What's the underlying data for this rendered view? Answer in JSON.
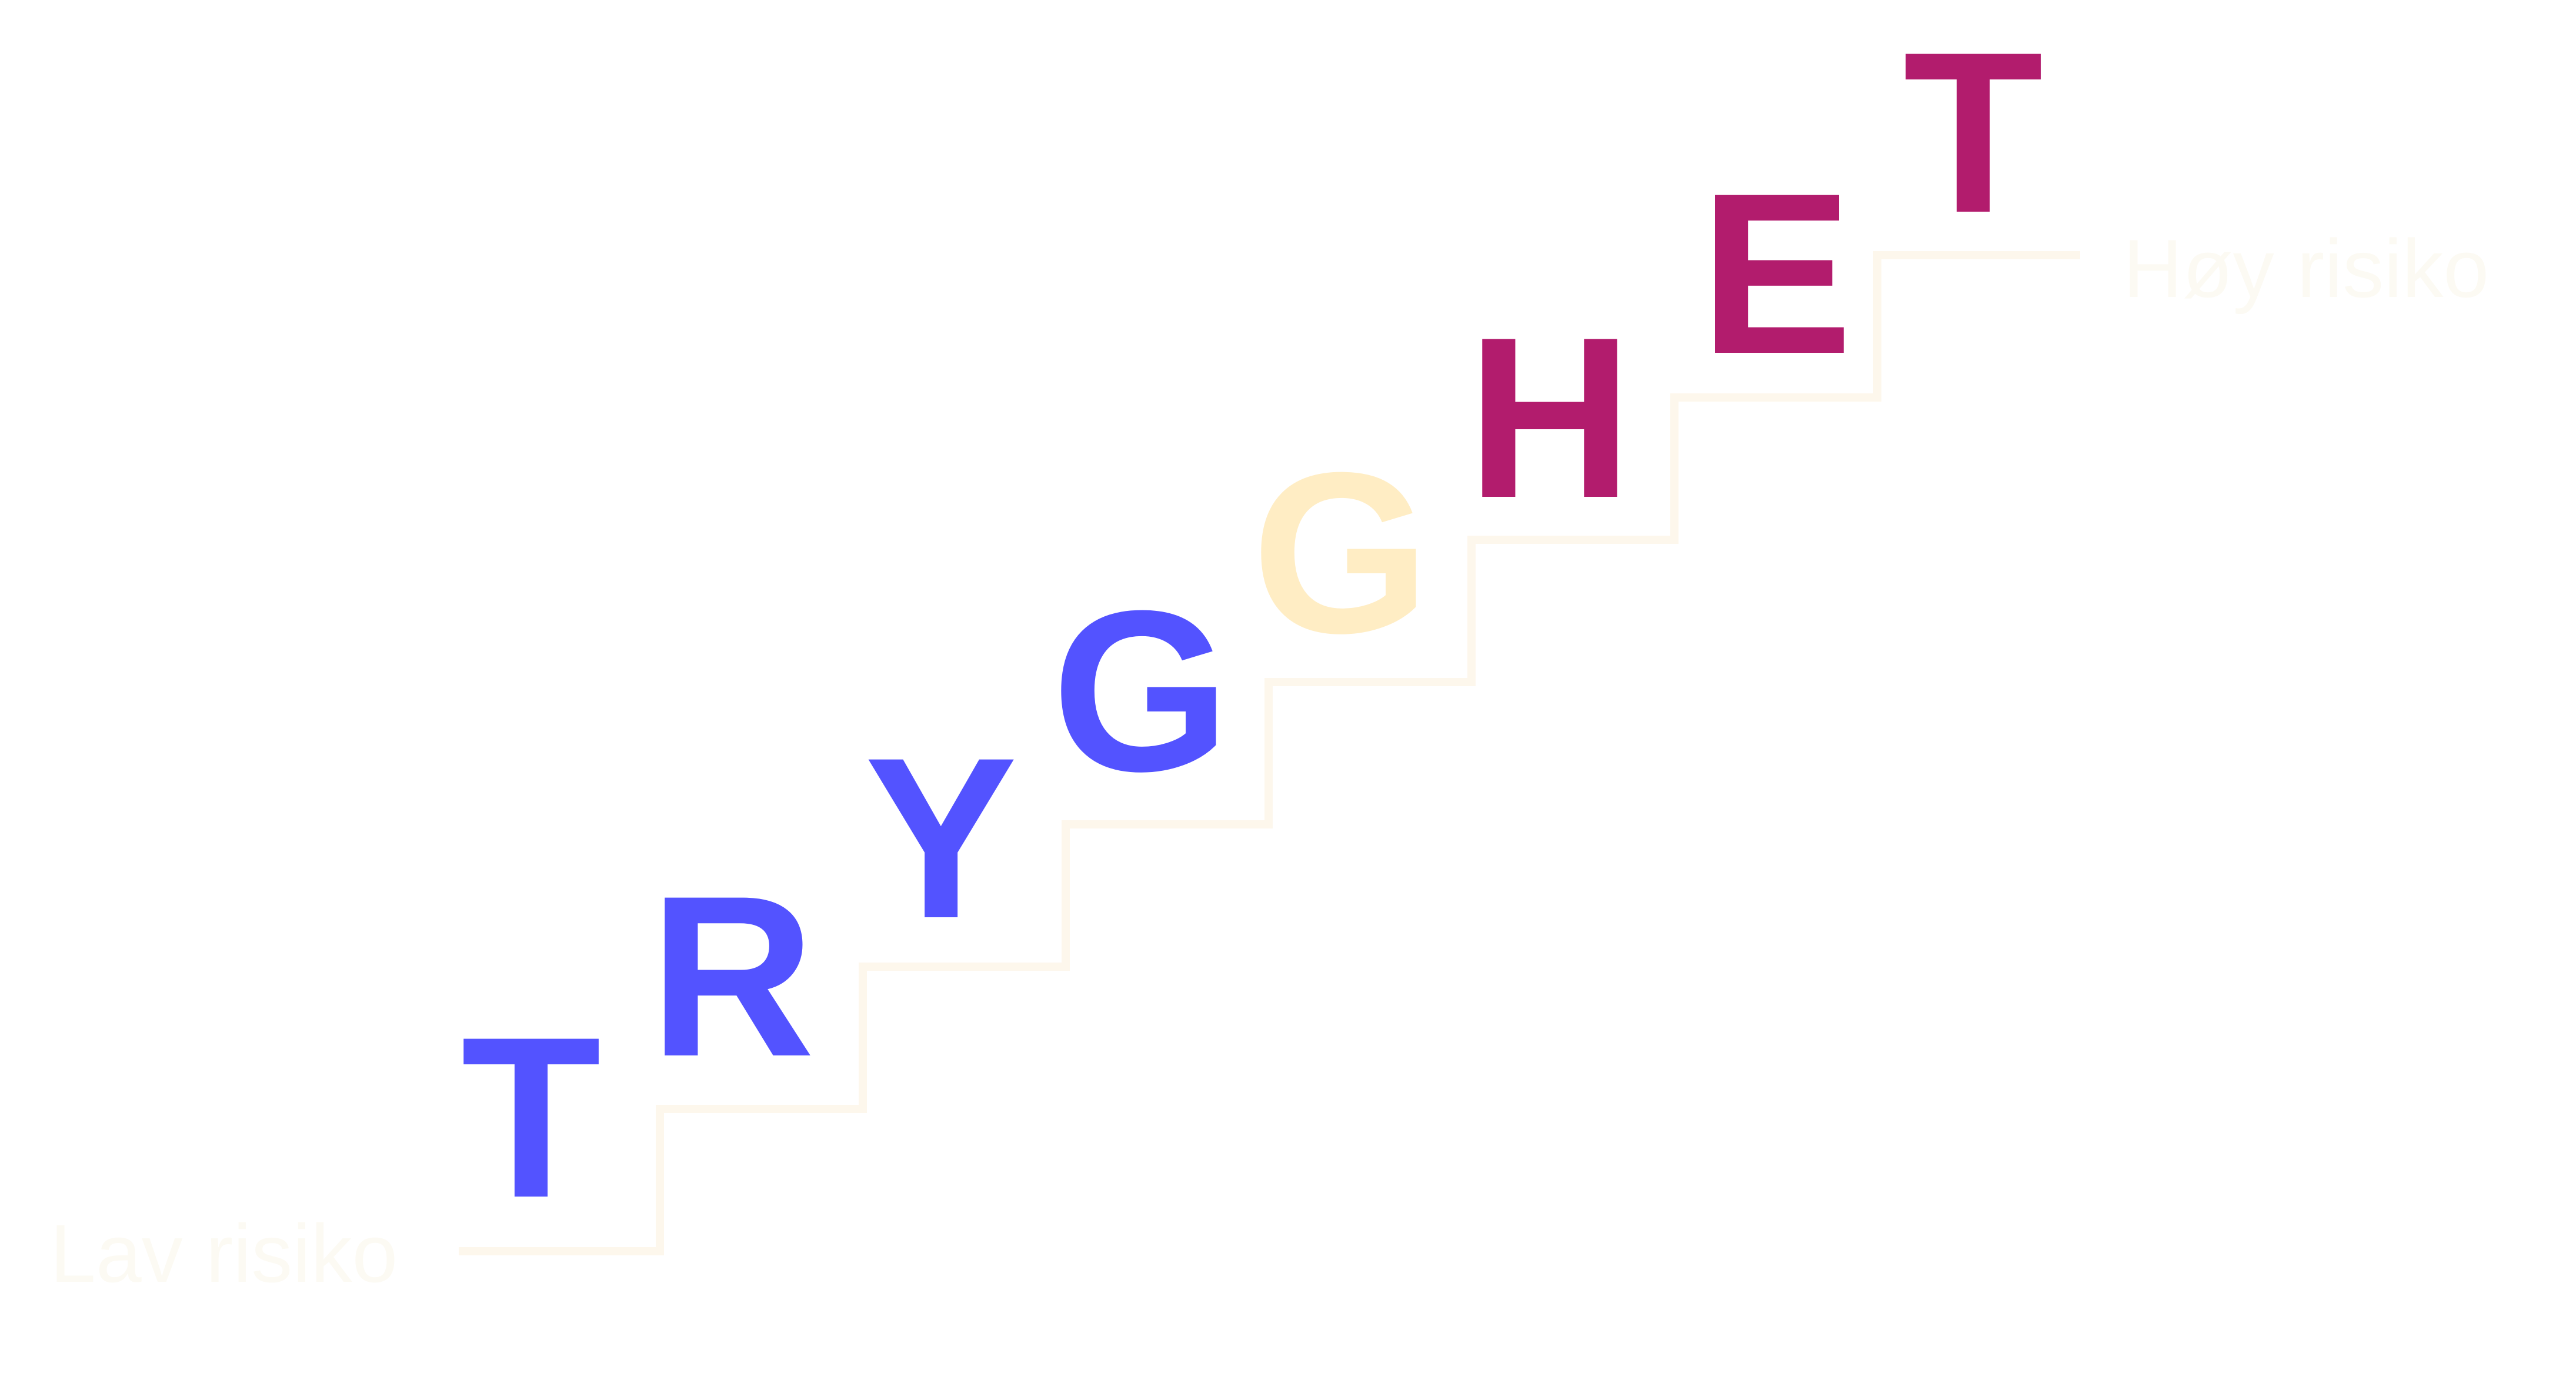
{
  "diagram": {
    "low_label": "Lav risiko",
    "high_label": "Høy risiko",
    "label_color": "#fcfaf3",
    "stair_color": "#fdf7ec",
    "letters": [
      {
        "char": "T",
        "color": "#5353ff"
      },
      {
        "char": "R",
        "color": "#5353ff"
      },
      {
        "char": "Y",
        "color": "#5353ff"
      },
      {
        "char": "G",
        "color": "#5353ff"
      },
      {
        "char": "G",
        "color": "#ffedc4"
      },
      {
        "char": "H",
        "color": "#b21c6d"
      },
      {
        "char": "E",
        "color": "#b21c6d"
      },
      {
        "char": "T",
        "color": "#b21c6d"
      }
    ]
  }
}
